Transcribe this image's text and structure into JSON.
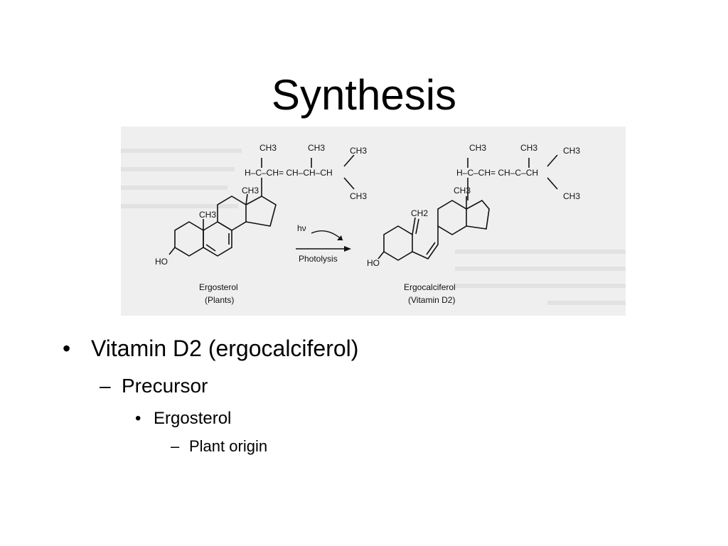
{
  "slide": {
    "title": "Synthesis"
  },
  "figure": {
    "left_molecule": {
      "side_chain_top": [
        "CH3",
        "CH3",
        "CH3"
      ],
      "side_chain_text": "H–C–CH= CH–CH–CH",
      "side_chain_bottom": "CH3",
      "ring_methyls": [
        "CH3",
        "CH3"
      ],
      "hydroxyl": "HO",
      "name": "Ergosterol",
      "source": "(Plants)"
    },
    "reaction": {
      "condition_top": "hν",
      "condition_bottom": "Photolysis"
    },
    "right_molecule": {
      "side_chain_top": [
        "CH3",
        "CH3",
        "CH3"
      ],
      "side_chain_text": "H–C–CH= CH–C–CH",
      "side_chain_bottom": "CH3",
      "ring_methyl": "CH3",
      "methylene": "CH2",
      "hydroxyl": "HO",
      "name": "Ergocalciferol",
      "source": "(Vitamin D2)"
    }
  },
  "bullets": {
    "level1": {
      "marker": "•",
      "text": "Vitamin D2 (ergocalciferol)"
    },
    "level2": {
      "marker": "–",
      "text": "Precursor"
    },
    "level3": {
      "marker": "•",
      "text": "Ergosterol"
    },
    "level4": {
      "marker": "–",
      "text": "Plant origin"
    }
  }
}
